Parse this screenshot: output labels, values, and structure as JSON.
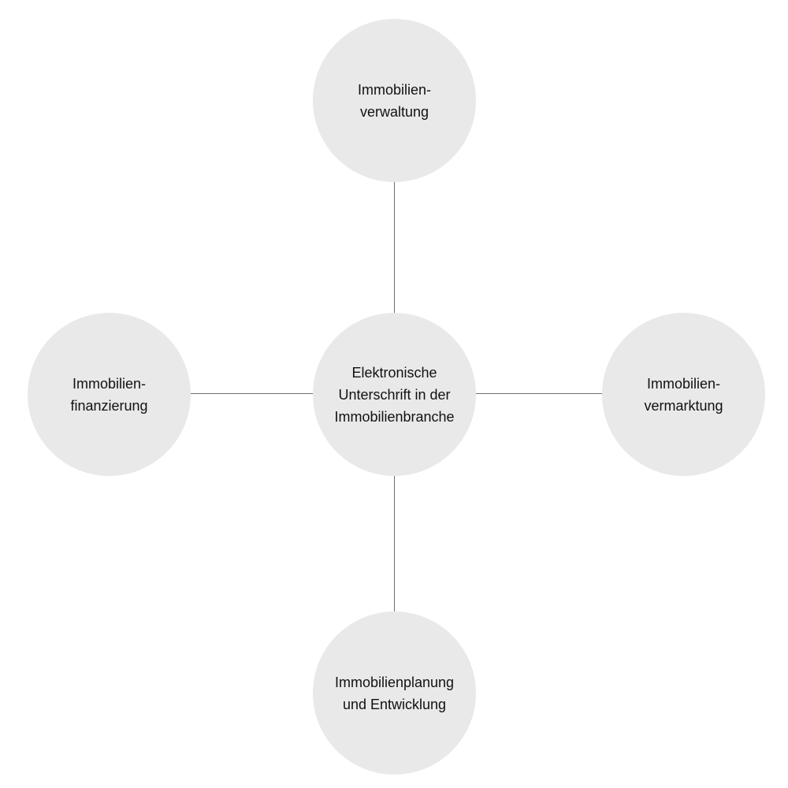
{
  "diagram": {
    "center": {
      "label": "Elektronische\nUnterschrift in der\nImmobilienbranche"
    },
    "top": {
      "label": "Immobilien-\nverwaltung"
    },
    "left": {
      "label": "Immobilien-\nfinanzierung"
    },
    "right": {
      "label": "Immobilien-\nvermarktung"
    },
    "bottom": {
      "label": "Immobilienplanung\nund Entwicklung"
    }
  },
  "colors": {
    "node_fill": "#e9e9ea",
    "connector": "#6f6f6f",
    "text": "#111111",
    "background": "#ffffff"
  }
}
